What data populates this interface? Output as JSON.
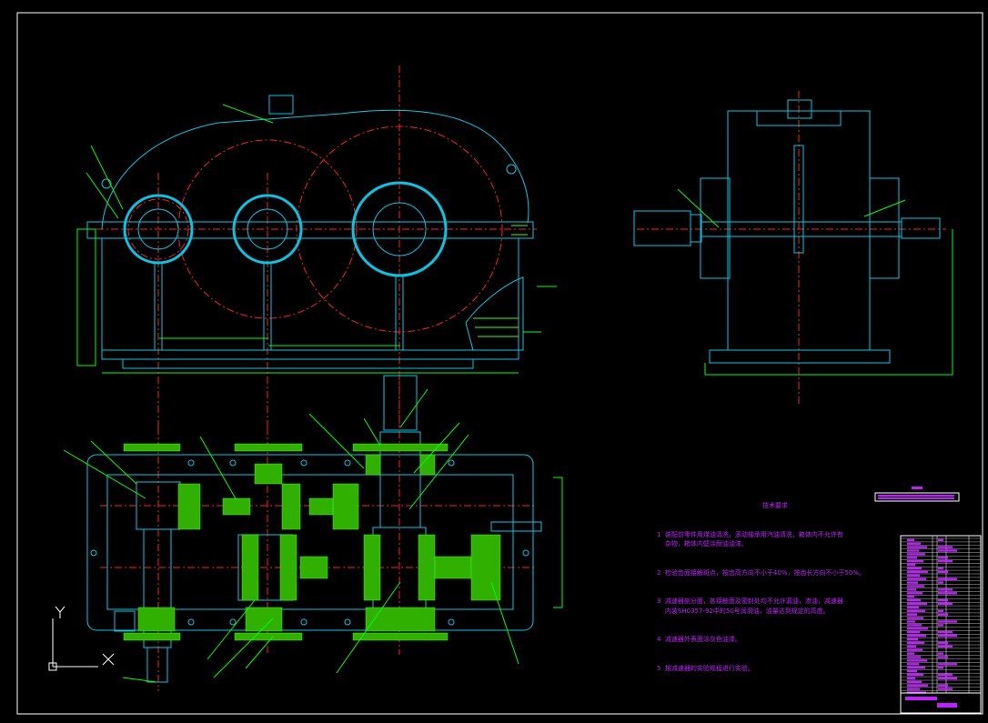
{
  "drawing": {
    "type": "two-stage gear reducer assembly drawing",
    "colors": {
      "background": "#000000",
      "outline": "#00c8e6",
      "center_line": "#ff2020",
      "dimension": "#00ff00",
      "section_hatch": "#40ff00",
      "text": "#c020ff",
      "border": "#ffffff"
    }
  },
  "technical_requirements": {
    "title": "技术要求",
    "items": [
      "1  装配前零件用煤油清洗，滚动轴承用汽油清洗，箱体内不允许有\n    杂物，箱体内壁涂耐油油漆。",
      "2  检验齿面接触斑点，按齿高方向不小于40%，按齿长方向不小于50%。",
      "3  减速器剖分面，各接触面及密封处均不允许漏油，渗油，减速器\n    内装SH0357-92中的50号润滑油，油量达到规定的高度。",
      "4  减速器外表面涂灰色油漆。",
      "5  按减速器的实验规程进行实验。"
    ]
  },
  "ucs_icon": {
    "x_label": "X",
    "y_label": "Y"
  }
}
